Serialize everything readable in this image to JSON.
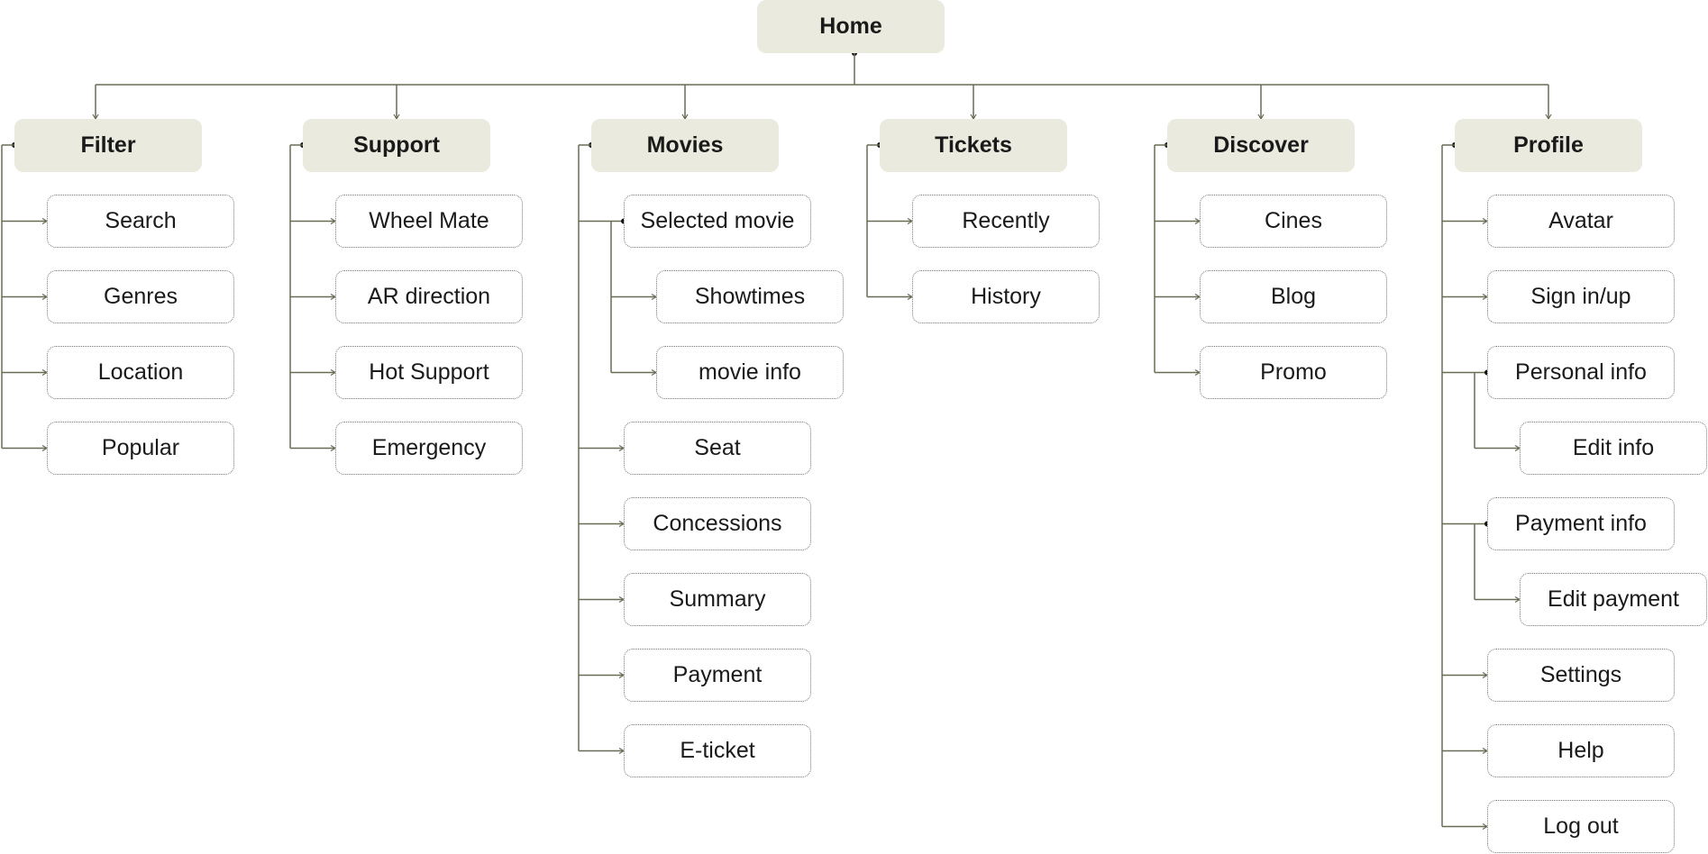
{
  "root": {
    "label": "Home"
  },
  "sections": [
    {
      "label": "Filter",
      "items": [
        {
          "label": "Search"
        },
        {
          "label": "Genres"
        },
        {
          "label": "Location"
        },
        {
          "label": "Popular"
        }
      ]
    },
    {
      "label": "Support",
      "items": [
        {
          "label": "Wheel Mate"
        },
        {
          "label": "AR direction"
        },
        {
          "label": "Hot Support"
        },
        {
          "label": "Emergency"
        }
      ]
    },
    {
      "label": "Movies",
      "items": [
        {
          "label": "Selected movie",
          "children": [
            {
              "label": "Showtimes"
            },
            {
              "label": "movie info"
            }
          ]
        },
        {
          "label": "Seat"
        },
        {
          "label": "Concessions"
        },
        {
          "label": "Summary"
        },
        {
          "label": "Payment"
        },
        {
          "label": "E-ticket"
        }
      ]
    },
    {
      "label": "Tickets",
      "items": [
        {
          "label": "Recently"
        },
        {
          "label": "History"
        }
      ]
    },
    {
      "label": "Discover",
      "items": [
        {
          "label": "Cines"
        },
        {
          "label": "Blog"
        },
        {
          "label": "Promo"
        }
      ]
    },
    {
      "label": "Profile",
      "items": [
        {
          "label": "Avatar"
        },
        {
          "label": "Sign in/up"
        },
        {
          "label": "Personal info",
          "children": [
            {
              "label": "Edit info"
            }
          ]
        },
        {
          "label": "Payment info",
          "children": [
            {
              "label": "Edit payment"
            }
          ]
        },
        {
          "label": "Settings"
        },
        {
          "label": "Help"
        },
        {
          "label": "Log out"
        }
      ]
    }
  ]
}
